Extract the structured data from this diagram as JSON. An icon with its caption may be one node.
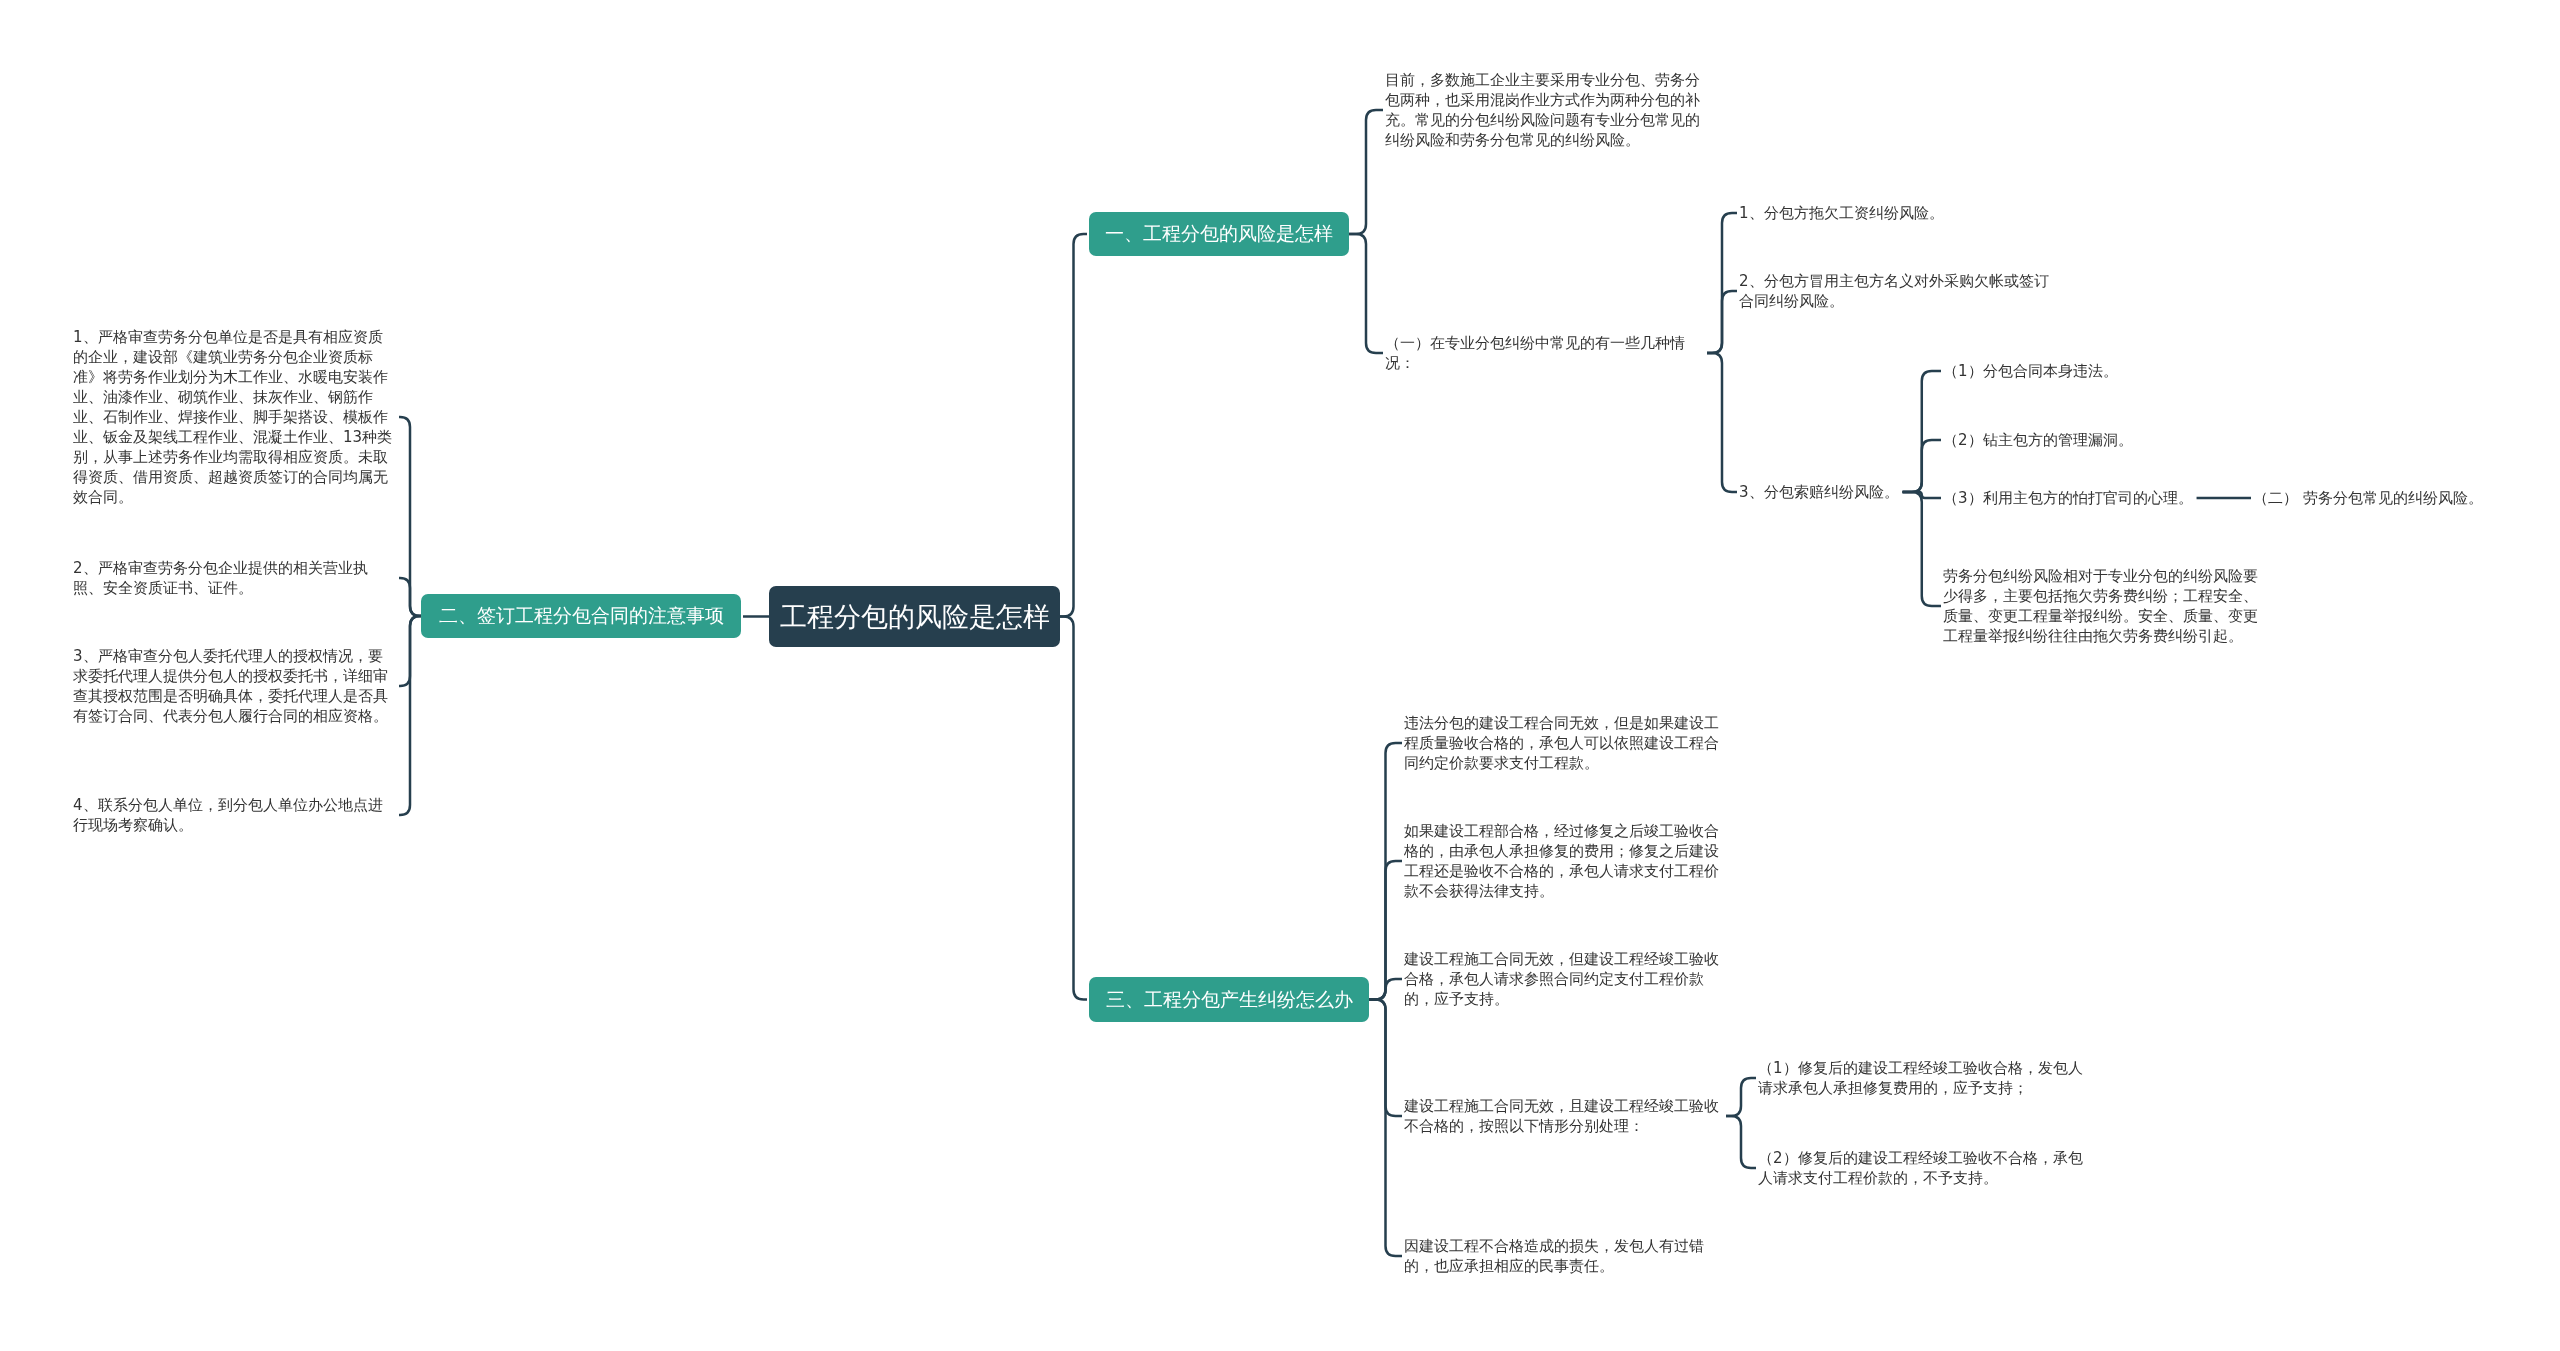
{
  "diagram": {
    "nodes": [
      {
        "text": [
          "工程分包的风险是怎样"
        ]
      },
      {
        "text": [
          "一、工程分包的风险是怎样"
        ]
      },
      {
        "text": [
          "目前，多数施工企业主要采用专业分包、劳务分包两种，也采用混岗作业方式作为两种分包的补充。常见的分包纠纷风险问题有专业分包常见的纠纷风险和劳务分包常见的纠纷风险。"
        ]
      },
      {
        "text": [
          "（一）在专业分包纠纷中常见的有一些几种情况："
        ]
      },
      {
        "text": [
          "1、分包方拖欠工资纠纷风险。"
        ]
      },
      {
        "text": [
          "2、分包方冒用主包方名义对外采购欠帐或签订合同纠纷风险。"
        ]
      },
      {
        "text": [
          "3、分包索赔纠纷风险。"
        ]
      },
      {
        "text": [
          "（1）分包合同本身违法。"
        ]
      },
      {
        "text": [
          "（2）钻主包方的管理漏洞。"
        ]
      },
      {
        "text": [
          "（3）利用主包方的怕打官司的心理。"
        ]
      },
      {
        "text": [
          "（二） 劳务分包常见的纠纷风险。"
        ]
      },
      {
        "text": [
          "劳务分包纠纷风险相对于专业分包的纠纷风险要少得多，主要包括拖欠劳务费纠纷；工程安全、质量、变更工程量举报纠纷。安全、质量、变更工程量举报纠纷往往由拖欠劳务费纠纷引起。"
        ]
      },
      {
        "text": [
          "二、签订工程分包合同的注意事项"
        ]
      },
      {
        "text": [
          "1、严格审查劳务分包单位是否是具有相应资质的企业，建设部《建筑业劳务分包企业资质标准》将劳务作业划分为木工作业、水暖电安装作业、油漆作业、砌筑作业、抹灰作业、钢筋作业、石制作业、焊接作业、脚手架搭设、模板作业、钣金及架线工程作业、混凝土作业、13种类别，从事上述劳务作业均需取得相应资质。未取得资质、借用资质、超越资质签订的合同均属无效合同。"
        ]
      },
      {
        "text": [
          "2、严格审查劳务分包企业提供的相关营业执照、安全资质证书、证件。"
        ]
      },
      {
        "text": [
          "3、严格审查分包人委托代理人的授权情况，要求委托代理人提供分包人的授权委托书，详细审查其授权范围是否明确具体，委托代理人是否具有签订合同、代表分包人履行合同的相应资格。"
        ]
      },
      {
        "text": [
          "4、联系分包人单位，到分包人单位办公地点进行现场考察确认。"
        ]
      },
      {
        "text": [
          "三、工程分包产生纠纷怎么办"
        ]
      },
      {
        "text": [
          "违法分包的建设工程合同无效，但是如果建设工程质量验收合格的，承包人可以依照建设工程合同约定价款要求支付工程款。"
        ]
      },
      {
        "text": [
          "如果建设工程部合格，经过修复之后竣工验收合格的，由承包人承担修复的费用；修复之后建设工程还是验收不合格的，承包人请求支付工程价款不会获得法律支持。"
        ]
      },
      {
        "text": [
          "建设工程施工合同无效，但建设工程经竣工验收合格，承包人请求参照合同约定支付工程价款的，应予支持。"
        ]
      },
      {
        "text": [
          "建设工程施工合同无效，且建设工程经竣工验收不合格的，按照以下情形分别处理："
        ]
      },
      {
        "text": [
          "因建设工程不合格造成的损失，发包人有过错的，也应承担相应的民事责任。"
        ]
      },
      {
        "text": [
          "（1）修复后的建设工程经竣工验收合格，发包人请求承包人承担修复费用的，应予支持；"
        ]
      },
      {
        "text": [
          "（2）修复后的建设工程经竣工验收不合格，承包人请求支付工程价款的，不予支持。"
        ]
      }
    ],
    "edges": [
      {
        "from": 0,
        "to": 1,
        "arrow": "none"
      },
      {
        "from": 1,
        "to": 2,
        "arrow": "none"
      },
      {
        "from": 1,
        "to": 3,
        "arrow": "none"
      },
      {
        "from": 3,
        "to": 4,
        "arrow": "none"
      },
      {
        "from": 3,
        "to": 5,
        "arrow": "none"
      },
      {
        "from": 3,
        "to": 6,
        "arrow": "none"
      },
      {
        "from": 6,
        "to": 7,
        "arrow": "none"
      },
      {
        "from": 6,
        "to": 8,
        "arrow": "none"
      },
      {
        "from": 6,
        "to": 9,
        "arrow": "none"
      },
      {
        "from": 6,
        "to": 11,
        "arrow": "none"
      },
      {
        "from": 9,
        "to": 10,
        "arrow": "none"
      },
      {
        "from": 0,
        "to": 12,
        "arrow": "none"
      },
      {
        "from": 12,
        "to": 13,
        "arrow": "none"
      },
      {
        "from": 12,
        "to": 14,
        "arrow": "none"
      },
      {
        "from": 12,
        "to": 15,
        "arrow": "none"
      },
      {
        "from": 12,
        "to": 16,
        "arrow": "none"
      },
      {
        "from": 0,
        "to": 17,
        "arrow": "none"
      },
      {
        "from": 17,
        "to": 18,
        "arrow": "none"
      },
      {
        "from": 17,
        "to": 19,
        "arrow": "none"
      },
      {
        "from": 17,
        "to": 20,
        "arrow": "none"
      },
      {
        "from": 17,
        "to": 21,
        "arrow": "none"
      },
      {
        "from": 17,
        "to": 22,
        "arrow": "none"
      },
      {
        "from": 21,
        "to": 23,
        "arrow": "none"
      },
      {
        "from": 21,
        "to": 24,
        "arrow": "none"
      }
    ]
  }
}
